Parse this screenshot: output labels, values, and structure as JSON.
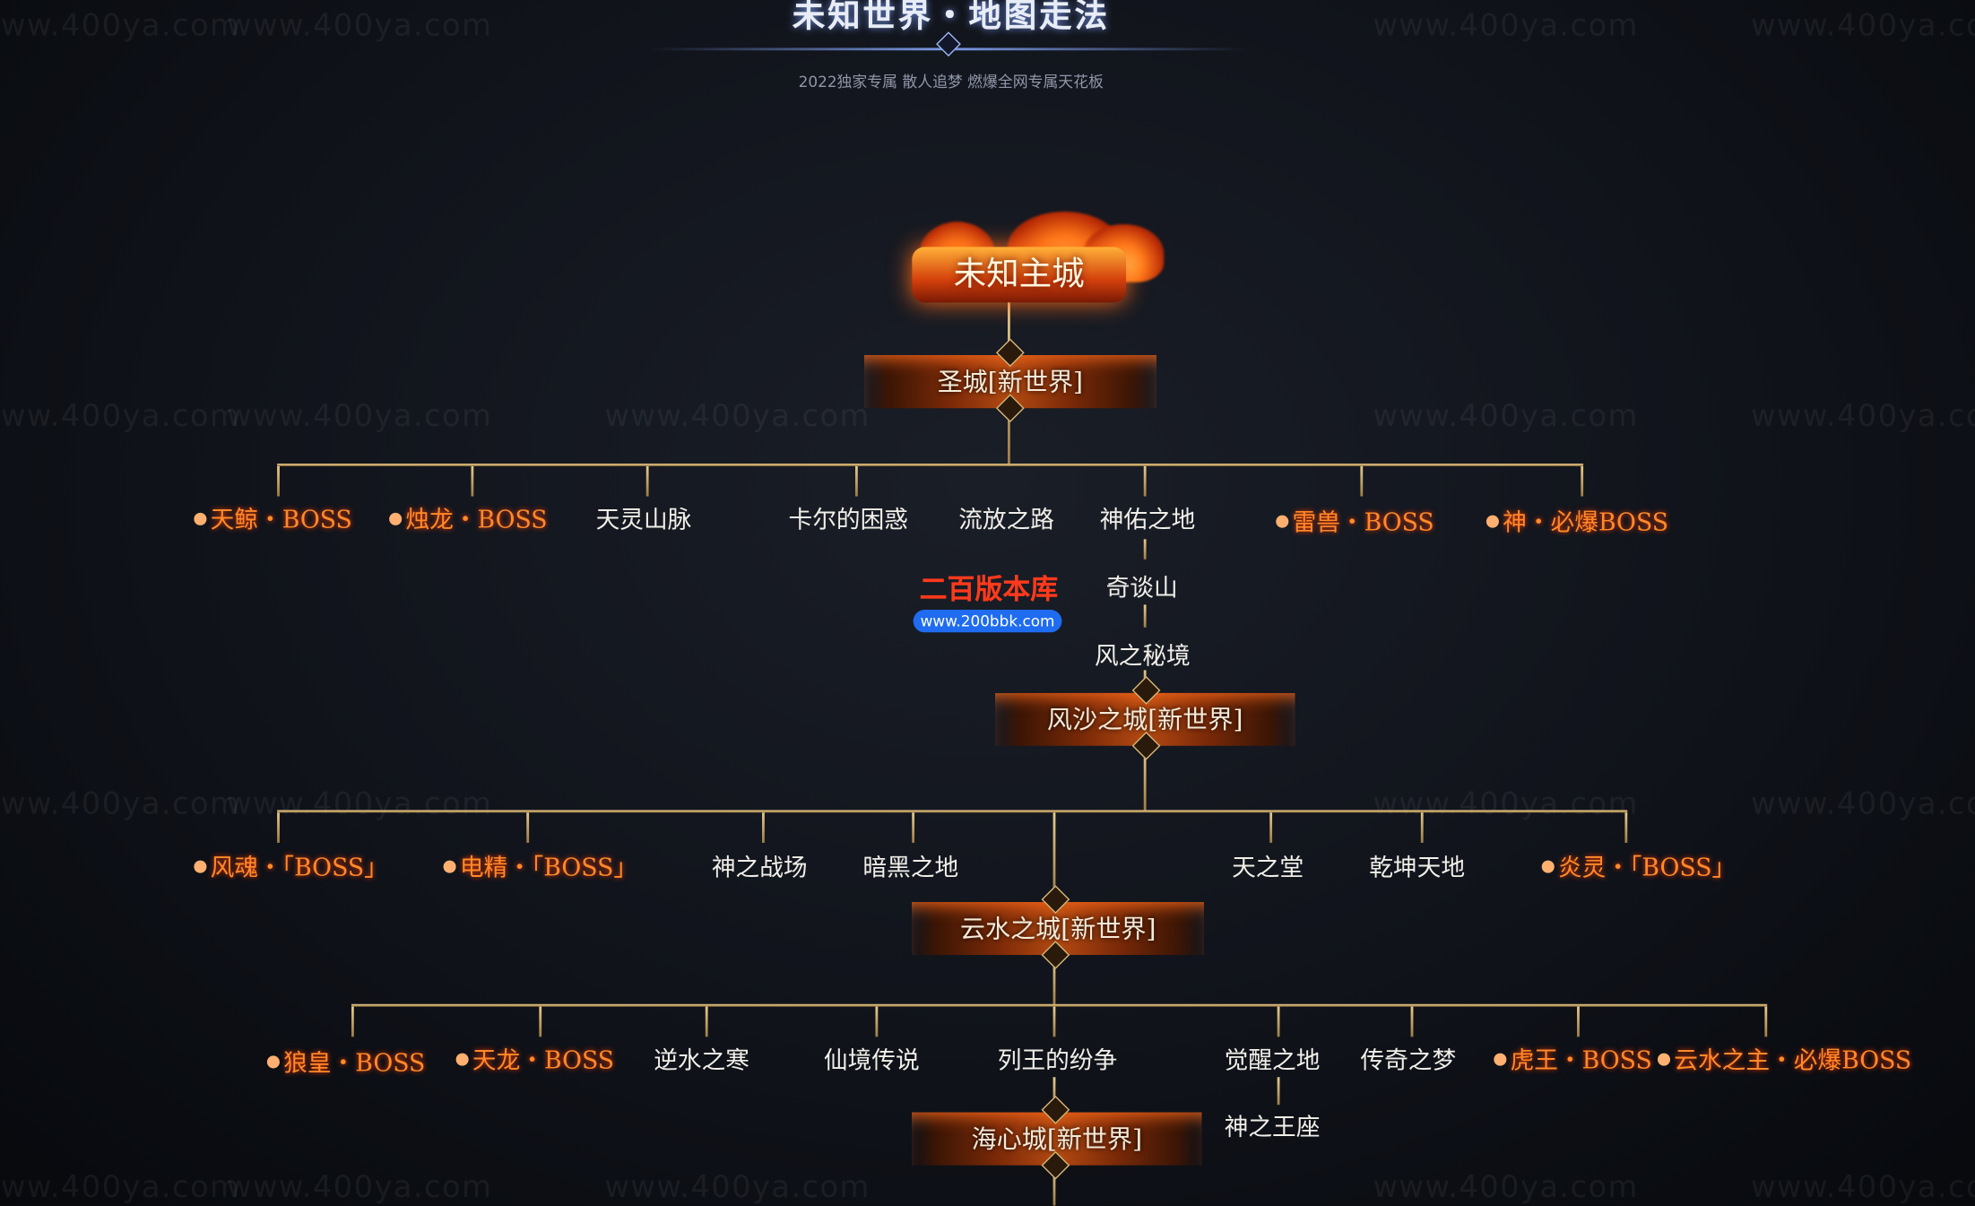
{
  "header": {
    "title": "未知世界・地图走法",
    "subtitle": "2022独家专属  散人追梦  燃爆全网专属天花板"
  },
  "watermark": "www.400ya.com",
  "brand": {
    "name": "二百版本库",
    "url": "www.200bbk.com"
  },
  "main_city": "未知主城",
  "cities": [
    "圣城[新世界]",
    "风沙之城[新世界]",
    "云水之城[新世界]",
    "海心城[新世界]"
  ],
  "tier1": [
    "天鲸・BOSS",
    "烛龙・BOSS",
    "天灵山脉",
    "卡尔的困惑",
    "流放之路",
    "神佑之地",
    "雷兽・BOSS",
    "神・必爆BOSS"
  ],
  "tier1_branch": [
    "奇谈山",
    "风之秘境"
  ],
  "tier2": [
    "风魂・「BOSS」",
    "电精・「BOSS」",
    "神之战场",
    "暗黑之地",
    "天之堂",
    "乾坤天地",
    "炎灵・「BOSS」"
  ],
  "tier3": [
    "狼皇・BOSS",
    "天龙・BOSS",
    "逆水之寒",
    "仙境传说",
    "列王的纷争",
    "觉醒之地",
    "传奇之梦",
    "虎王・BOSS",
    "云水之主・必爆BOSS"
  ],
  "tier3_branch": [
    "神之王座"
  ],
  "colors": {
    "boss": "#ff8a2a",
    "normal": "#f1efe9",
    "connector": "#e6c98a",
    "flame": "#ff6a1a"
  }
}
